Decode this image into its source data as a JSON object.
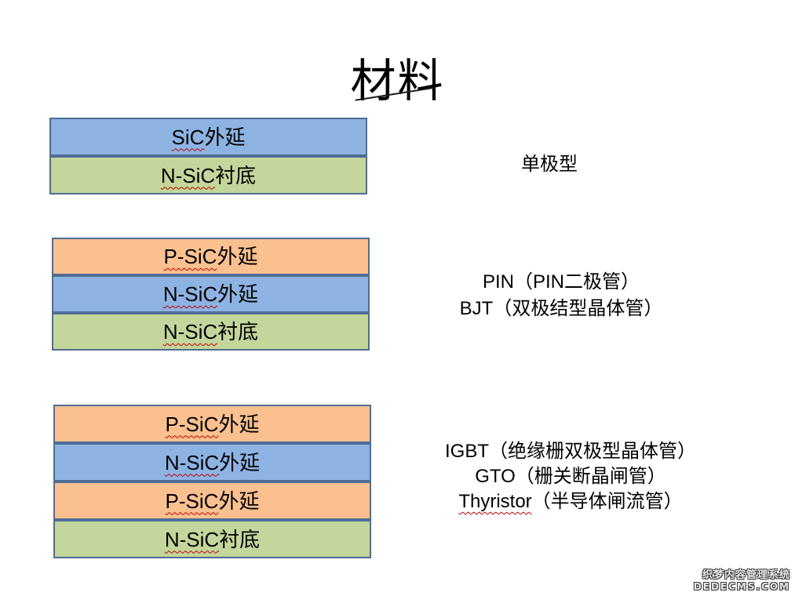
{
  "page": {
    "title": "材料"
  },
  "colors": {
    "blue_fill": "#8DB3E2",
    "green_fill": "#C3D69B",
    "orange_fill": "#FAC090",
    "layer_border": "#4F6D96",
    "spellcheck_underline": "#C00000",
    "background": "#FFFFFF"
  },
  "stacks": [
    {
      "id": "stack-1",
      "layers": [
        {
          "latin": "SiC",
          "cn": "外延",
          "fill": "blue"
        },
        {
          "latin": "N-SiC",
          "cn": "衬底",
          "fill": "green"
        }
      ],
      "caption": [
        "单极型"
      ]
    },
    {
      "id": "stack-2",
      "layers": [
        {
          "latin": "P-SiC",
          "cn": "外延",
          "fill": "orange"
        },
        {
          "latin": "N-SiC",
          "cn": "外延",
          "fill": "blue"
        },
        {
          "latin": "N-SiC",
          "cn": "衬底",
          "fill": "green"
        }
      ],
      "caption": [
        "PIN（PIN二极管）",
        "BJT（双极结型晶体管）"
      ]
    },
    {
      "id": "stack-3",
      "layers": [
        {
          "latin": "P-SiC",
          "cn": "外延",
          "fill": "orange"
        },
        {
          "latin": "N-SiC",
          "cn": "外延",
          "fill": "blue"
        },
        {
          "latin": "P-SiC",
          "cn": "外延",
          "fill": "orange"
        },
        {
          "latin": "N-SiC",
          "cn": "衬底",
          "fill": "green"
        }
      ],
      "caption_line1": "IGBT（绝缘栅双极型晶体管）",
      "caption_line2": "GTO（栅关断晶闸管）",
      "caption_line3_latin": "Thyristor",
      "caption_line3_rest": "（半导体闸流管）"
    }
  ],
  "watermark": {
    "line1": "织梦内容管理系统",
    "line2": "DEDECMS.COM"
  }
}
